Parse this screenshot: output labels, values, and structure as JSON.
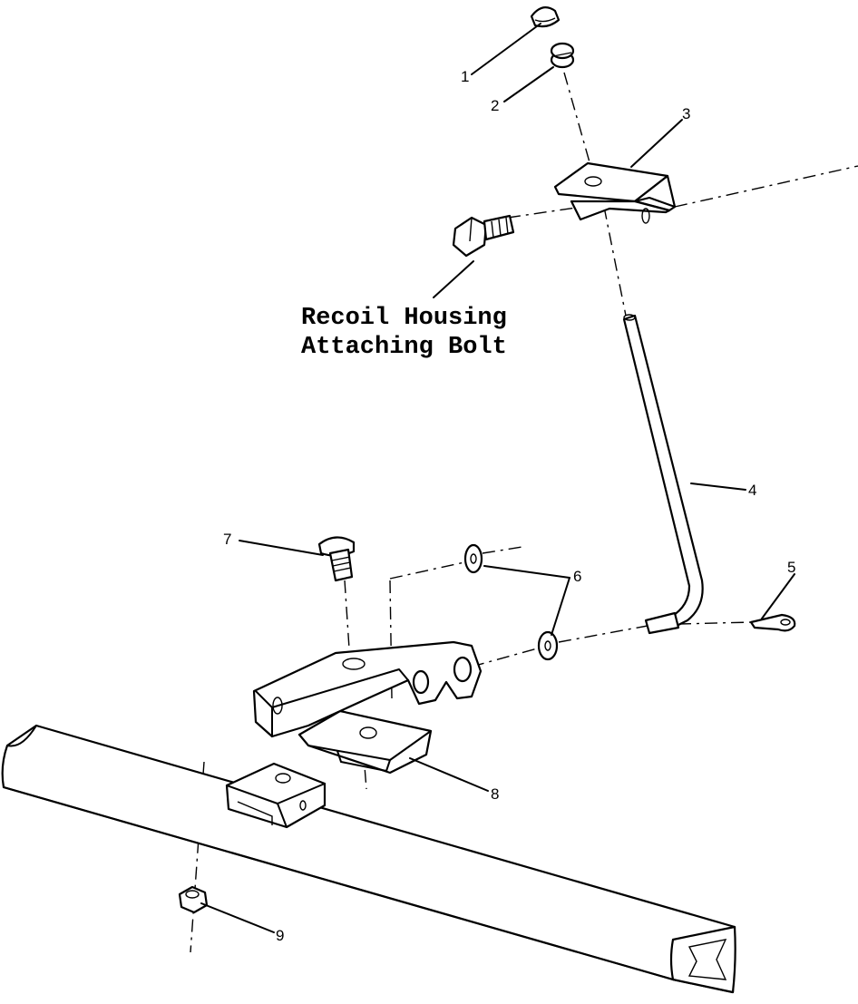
{
  "caption": {
    "line1": "Recoil Housing",
    "line2": "Attaching Bolt"
  },
  "callouts": [
    {
      "id": "1",
      "label": "1"
    },
    {
      "id": "2",
      "label": "2"
    },
    {
      "id": "3",
      "label": "3"
    },
    {
      "id": "4",
      "label": "4"
    },
    {
      "id": "5",
      "label": "5"
    },
    {
      "id": "6",
      "label": "6"
    },
    {
      "id": "7",
      "label": "7"
    },
    {
      "id": "8",
      "label": "8"
    },
    {
      "id": "9",
      "label": "9"
    }
  ]
}
